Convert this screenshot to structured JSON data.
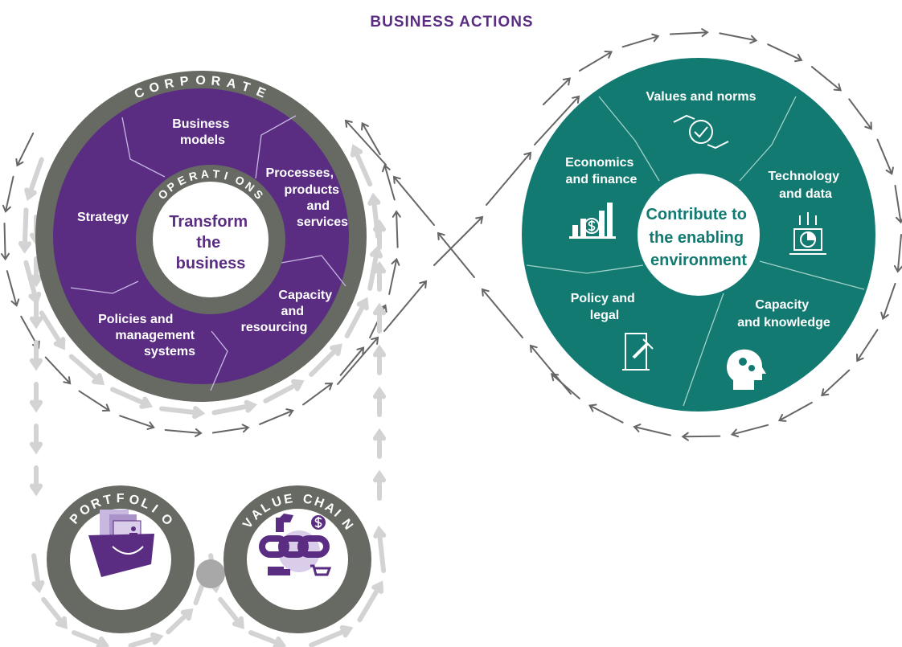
{
  "title": "BUSINESS ACTIONS",
  "colors": {
    "purple": "#5a2d82",
    "ring_gray": "#666a63",
    "teal": "#137a71",
    "arrow_gray": "#666",
    "light_arrow": "#d3d3d3",
    "light_purple": "#b9a7d0"
  },
  "business": {
    "ring_label": "CORPORATE",
    "inner_ring_label": "OPERATIONS",
    "center": [
      "Transform",
      "the",
      "business"
    ],
    "segments": {
      "business_models": [
        "Business",
        "models"
      ],
      "strategy": [
        "Strategy"
      ],
      "processes": [
        "Processes,",
        "products",
        "and",
        "services"
      ],
      "capacity": [
        "Capacity",
        "and",
        "resourcing"
      ],
      "policies": [
        "Policies and",
        "management",
        "systems"
      ]
    }
  },
  "environment": {
    "center": [
      "Contribute to",
      "the enabling",
      "environment"
    ],
    "segments": {
      "values": {
        "label": [
          "Values and norms"
        ],
        "icon": "hands-check-globe-icon"
      },
      "economics": {
        "label": [
          "Economics",
          "and finance"
        ],
        "icon": "bar-chart-dollar-icon"
      },
      "technology": {
        "label": [
          "Technology",
          "and data"
        ],
        "icon": "laptop-circuit-icon"
      },
      "policy": {
        "label": [
          "Policy and",
          "legal"
        ],
        "icon": "scroll-gavel-icon"
      },
      "capacity": {
        "label": [
          "Capacity",
          "and knowledge"
        ],
        "icon": "head-gears-icon"
      }
    }
  },
  "portfolio": {
    "label": "PORTFOLIO",
    "icon": "folder-documents-icon"
  },
  "value_chain": {
    "label": "VALUE CHAIN",
    "icon": "chain-factory-truck-cart-icon"
  }
}
